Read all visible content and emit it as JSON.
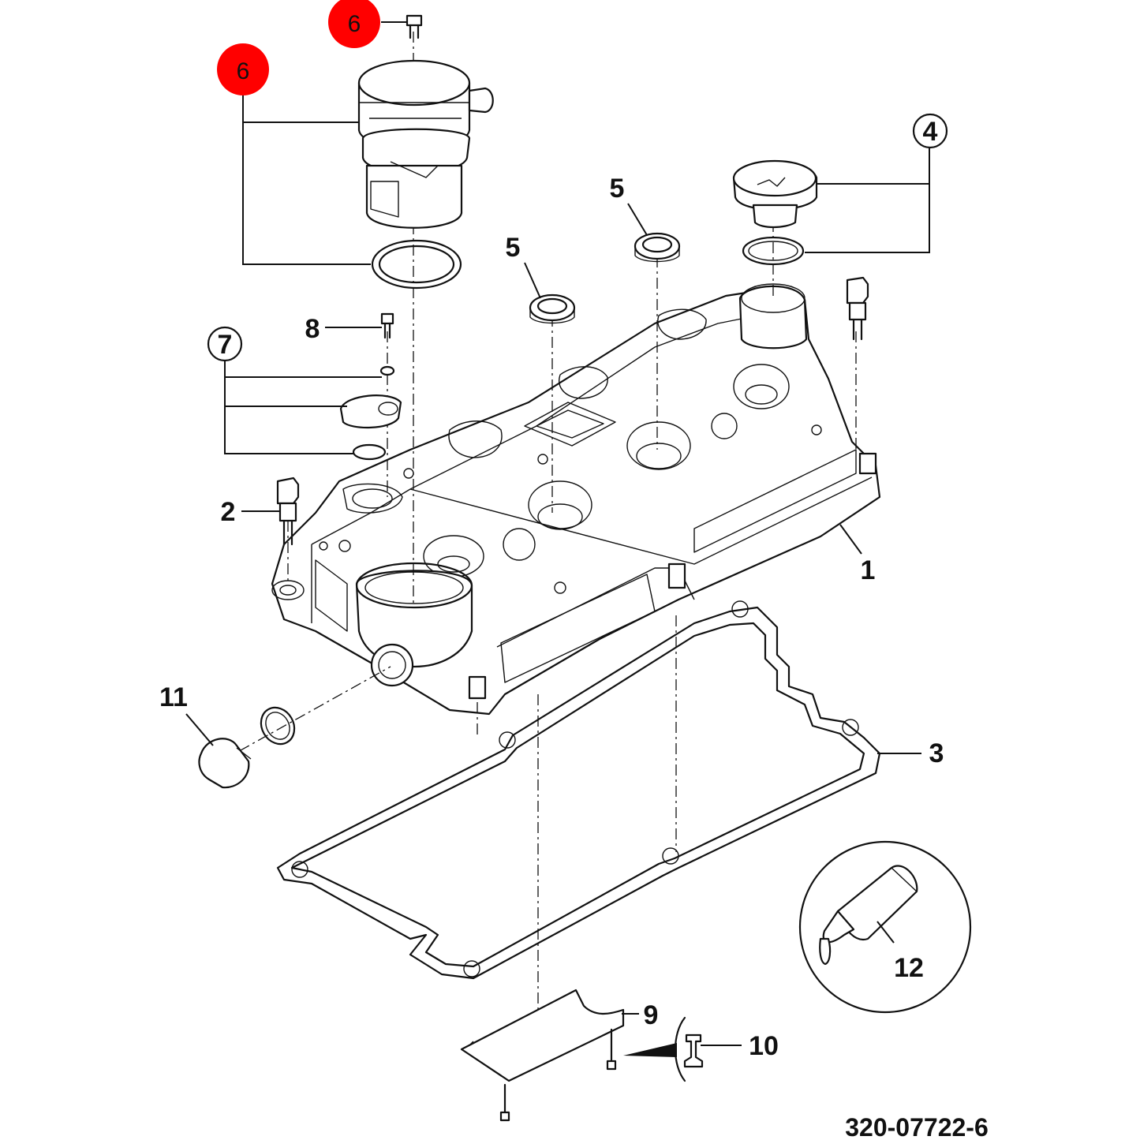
{
  "figure_id": "320-07722-6",
  "colors": {
    "highlight": "#ff0000",
    "line": "#111111",
    "background": "#ffffff"
  },
  "callouts": {
    "c1": "1",
    "c2": "2",
    "c3": "3",
    "c4": "4",
    "c5a": "5",
    "c5b": "5",
    "c6_top": "6",
    "c6_mid": "6",
    "c7": "7",
    "c8": "8",
    "c9": "9",
    "c10": "10",
    "c11": "11",
    "c12": "12"
  },
  "parts": [
    "valve-cover",
    "cover-bolt",
    "cover-gasket",
    "oil-filler-cap",
    "spark-plug-seal",
    "breather-assembly",
    "breather-valve",
    "breather-screw",
    "cover-plate",
    "plate-screw",
    "drain-plug",
    "sealant-tube"
  ]
}
